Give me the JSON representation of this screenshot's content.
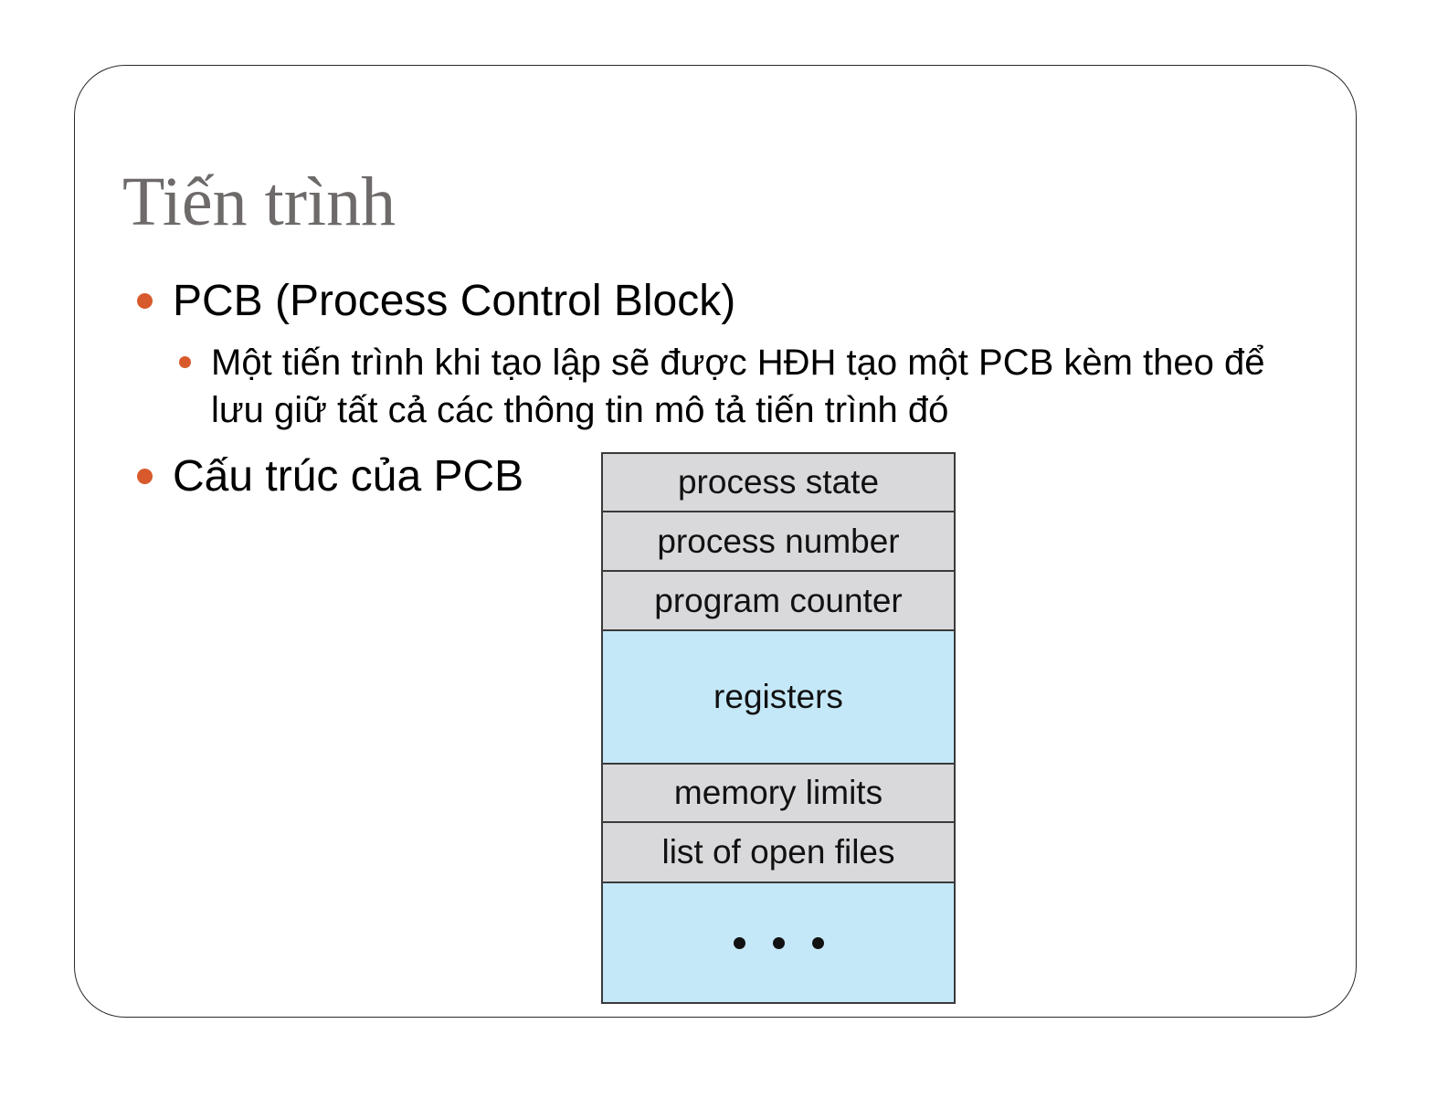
{
  "slide": {
    "title": "Tiến trình",
    "bullets": [
      {
        "text": "PCB (Process Control Block)",
        "sub": [
          {
            "text": "Một tiến trình khi tạo lập sẽ được HĐH tạo một PCB kèm theo để lưu giữ tất cả các thông tin mô tả tiến trình đó"
          }
        ]
      },
      {
        "text": "Cấu trúc của PCB"
      }
    ],
    "pcb_fields": [
      {
        "label": "process state",
        "shade": "gray"
      },
      {
        "label": "process number",
        "shade": "gray"
      },
      {
        "label": "program counter",
        "shade": "gray"
      },
      {
        "label": "registers",
        "shade": "blue"
      },
      {
        "label": "memory limits",
        "shade": "gray"
      },
      {
        "label": "list of open files",
        "shade": "gray"
      },
      {
        "label": "",
        "shade": "blue",
        "icon": "ellipsis-icon"
      }
    ],
    "colors": {
      "bullet": "#d85a2c",
      "title": "#6e6a6a",
      "field_gray": "#d9d9dc",
      "field_blue": "#c5e8f8"
    }
  }
}
